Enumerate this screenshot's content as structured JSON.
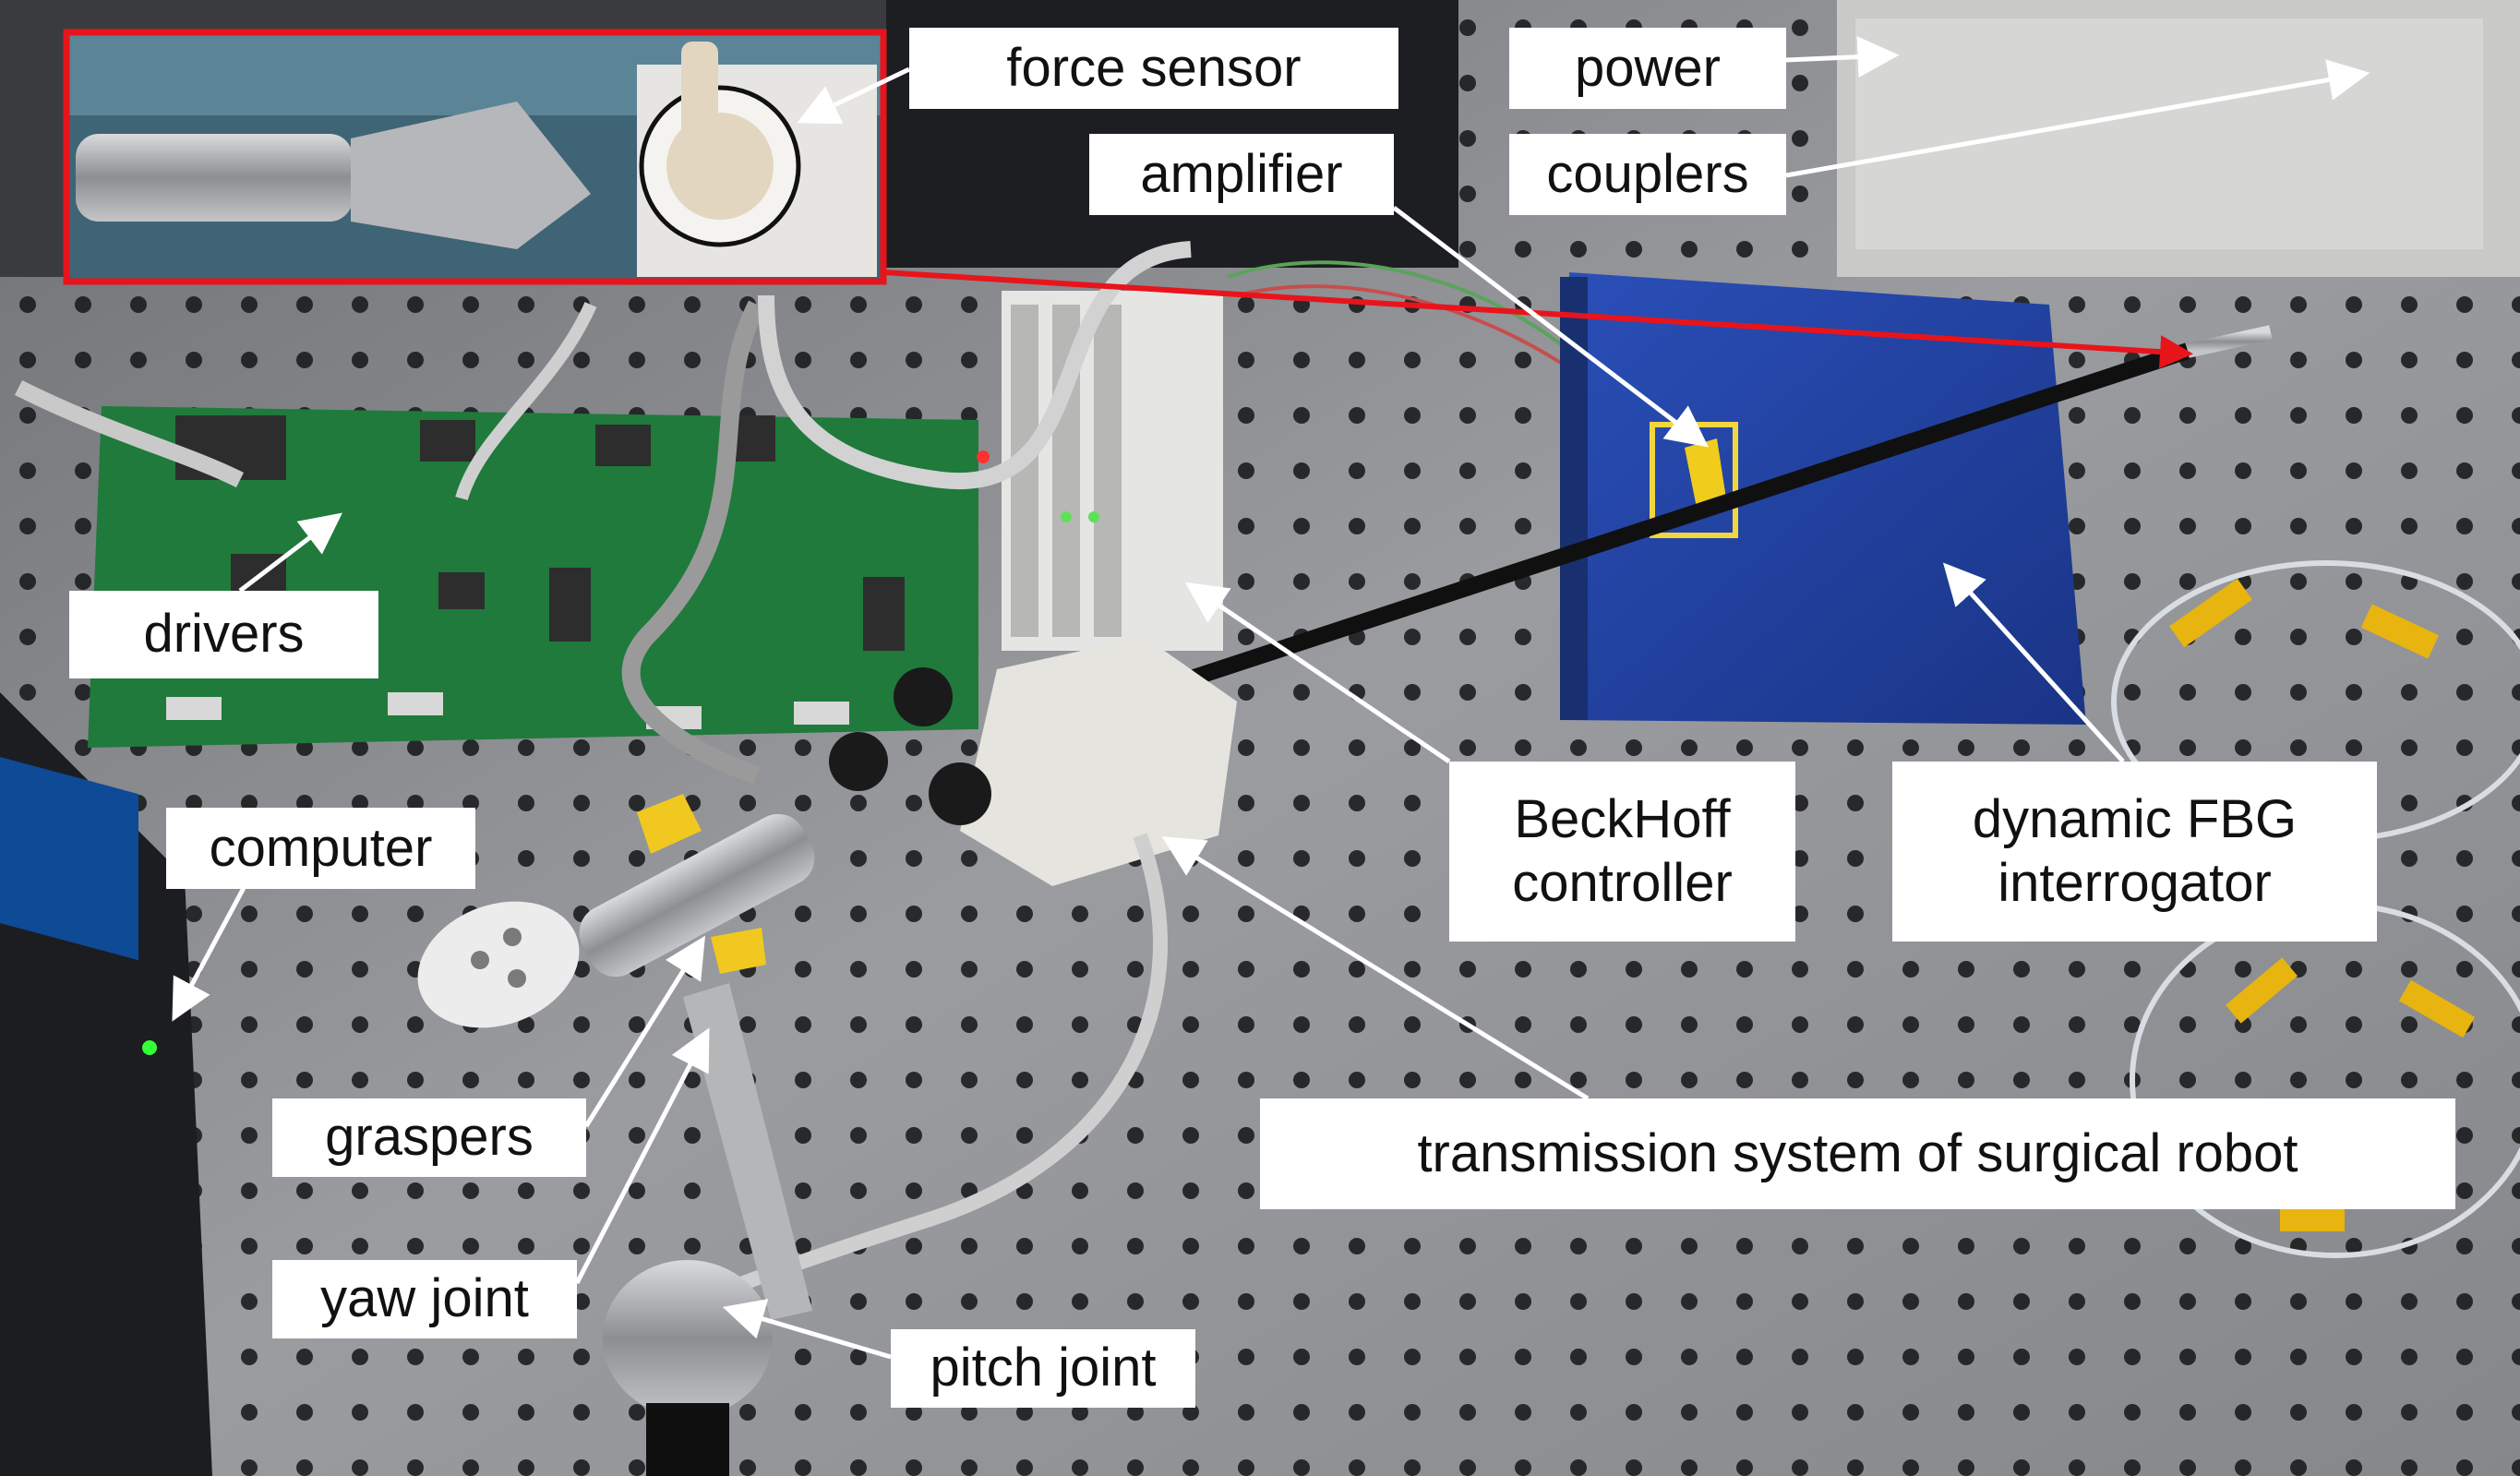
{
  "labels": {
    "force_sensor": "force sensor",
    "power": "power",
    "amplifier": "amplifier",
    "couplers": "couplers",
    "drivers": "drivers",
    "computer": "computer",
    "graspers": "graspers",
    "yaw_joint": "yaw joint",
    "pitch_joint": "pitch joint",
    "beckhoff_line1": "BeckHoff",
    "beckhoff_line2": "controller",
    "fbg_line1": "dynamic FBG",
    "fbg_line2": "interrogator",
    "transmission": "transmission system of surgical robot"
  },
  "colors": {
    "callout_frame": "#e8141c",
    "table_surface": "#8f9195",
    "board_green": "#1f7a3c",
    "interrogator_blue": "#1f3f9e",
    "robot_white": "#e6e4df"
  }
}
